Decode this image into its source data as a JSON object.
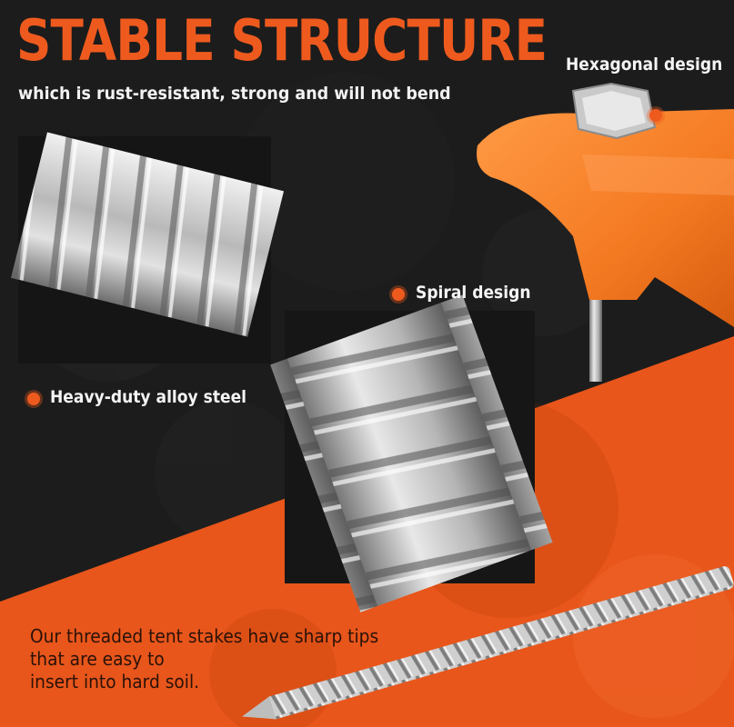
{
  "headline": "STABLE STRUCTURE",
  "subhead": "which is rust-resistant, strong and will not bend",
  "callouts": {
    "hexagonal": "Hexagonal design",
    "spiral": "Spiral design",
    "alloy": "Heavy-duty alloy steel"
  },
  "description_lines": [
    "Our threaded tent stakes have sharp tips",
    "that are easy to",
    "insert into hard soil."
  ],
  "colors": {
    "accent": "#ee5a1e",
    "background_dark": "#1b1b1b",
    "stake_head": "#f47a22",
    "text_light": "#f4f4f4"
  }
}
